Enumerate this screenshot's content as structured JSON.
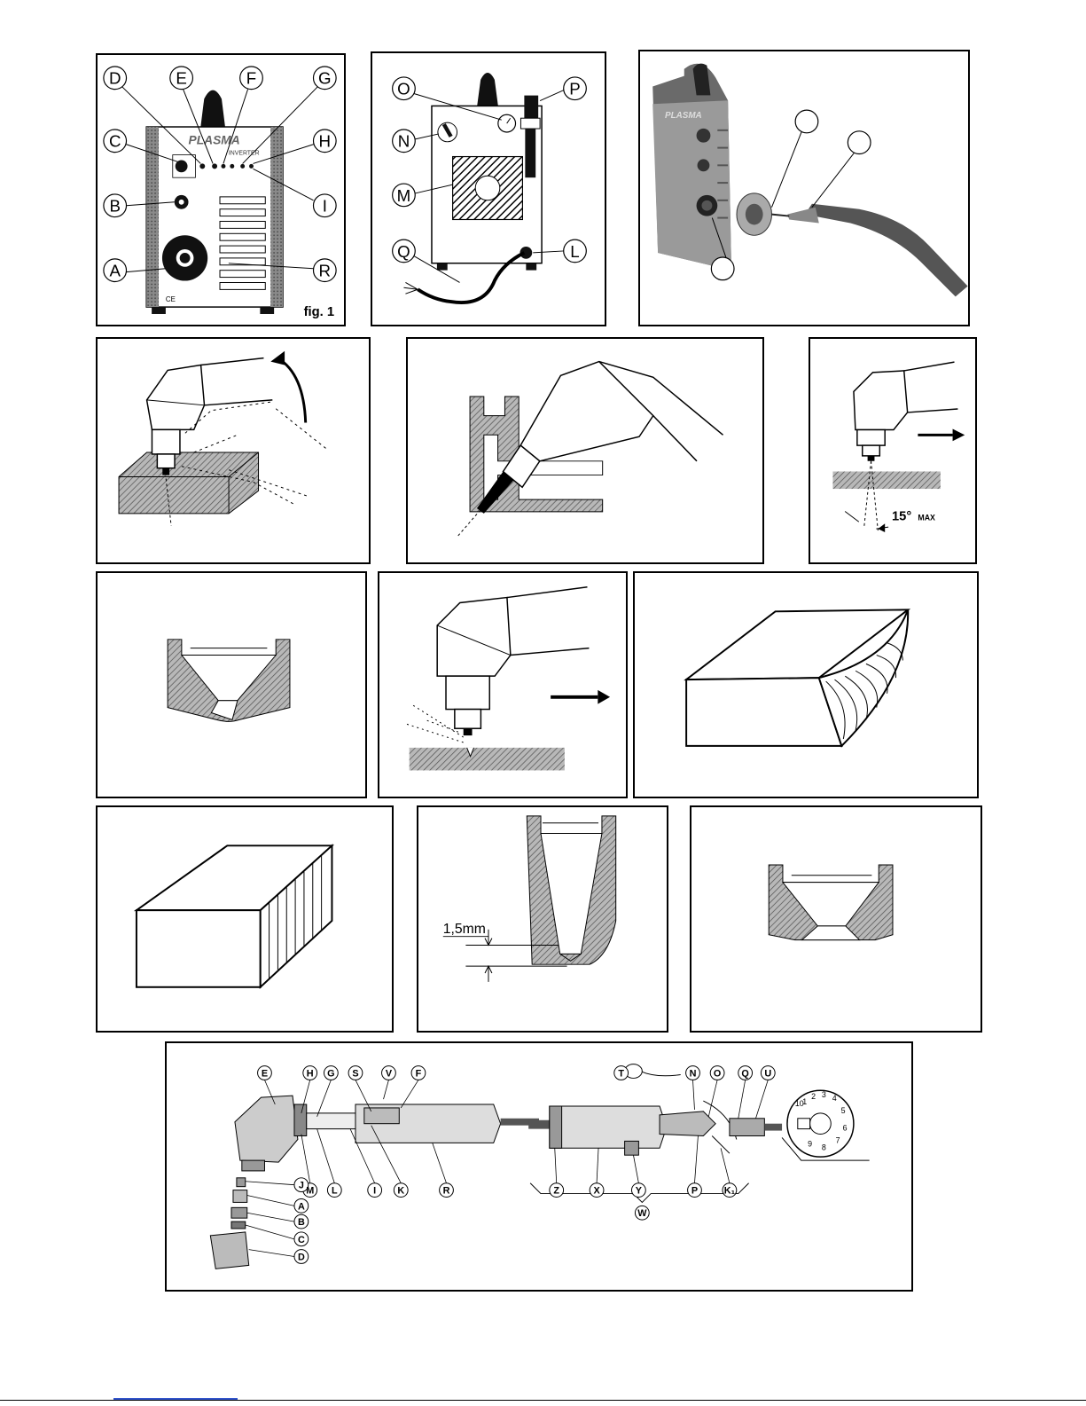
{
  "panels": {
    "front": {
      "labels": [
        "D",
        "E",
        "F",
        "G",
        "C",
        "H",
        "B",
        "I",
        "A",
        "R"
      ],
      "machine_title": "PLASMA",
      "machine_subtitle": "INVERTER",
      "mark": "CE",
      "caption": "fig. 1"
    },
    "rear": {
      "labels": [
        "O",
        "P",
        "N",
        "M",
        "Q",
        "L"
      ]
    },
    "angle": {
      "label": "15°",
      "label_suffix": "MAX"
    },
    "nozzle_measure": {
      "label": "1,5mm"
    },
    "torch": {
      "top_labels": [
        "E",
        "H",
        "G",
        "S",
        "V",
        "F",
        "T",
        "N",
        "O",
        "Q",
        "U"
      ],
      "bottom_labels": [
        "M",
        "L",
        "I",
        "K",
        "R",
        "Z",
        "X",
        "Y",
        "P",
        "K₁"
      ],
      "left_labels": [
        "J",
        "A",
        "B",
        "C",
        "D"
      ],
      "group_label": "W",
      "connector_pins": [
        "1",
        "2",
        "3",
        "4",
        "5",
        "6",
        "7",
        "8",
        "9",
        "10"
      ]
    }
  },
  "colors": {
    "hatch": "#888888",
    "metal_fill": "#a0a0a0",
    "photo_bg": "#dcdcdc"
  }
}
